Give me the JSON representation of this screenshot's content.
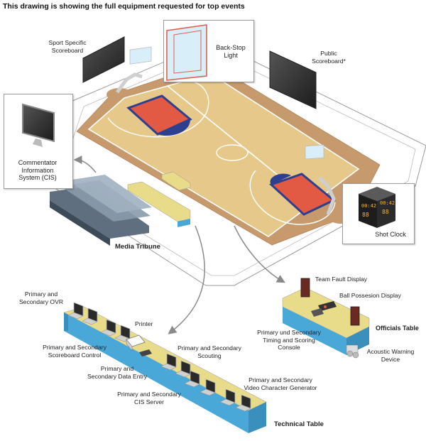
{
  "title": "This drawing is showing the full equipment requested for top events",
  "labels": {
    "sport_scoreboard": [
      "Sport Specific",
      "Scoreboard"
    ],
    "public_scoreboard": [
      "Public",
      "Scoreboard*"
    ],
    "backstop_light": [
      "Back-Stop",
      "Light"
    ],
    "cis": [
      "Commentator",
      "Information",
      "System (CIS)"
    ],
    "shot_clock": "Shot Clock",
    "shot_clock_time": "00:42",
    "shot_clock_digits": "88",
    "media_tribune": "Media Tribune",
    "team_fault": "Team Fault Display",
    "ball_possession": "Ball Possesion Display",
    "officials_table": "Officials Table",
    "timing_console": [
      "Primary und Secondary",
      "Timing and Scoring",
      "Console"
    ],
    "acoustic": [
      "Acoustic Warning",
      "Device"
    ],
    "ovr": [
      "Primary and",
      "Secondary OVR"
    ],
    "printer": "Printer",
    "scoreboard_control": [
      "Primary and Secondary",
      "Scoreboard Control"
    ],
    "data_entry": [
      "Primary and",
      "Secondary Data Entry"
    ],
    "scouting": [
      "Primary and Secondary",
      "Scouting"
    ],
    "video_cg": [
      "Primary and Secondary",
      "Video Character Generator"
    ],
    "cis_server": [
      "Primary and Secondary",
      "CIS Server"
    ],
    "technical_table": "Technical Table"
  },
  "colors": {
    "court": "#e6c98a",
    "court_border": "#c79a6e",
    "key": "#e25a44",
    "key_outline": "#2d3f8f",
    "screen": "#333333",
    "desk_top": "#e8dc8a",
    "desk_front": "#4aa8d8",
    "arrow": "#8a8a8a"
  }
}
